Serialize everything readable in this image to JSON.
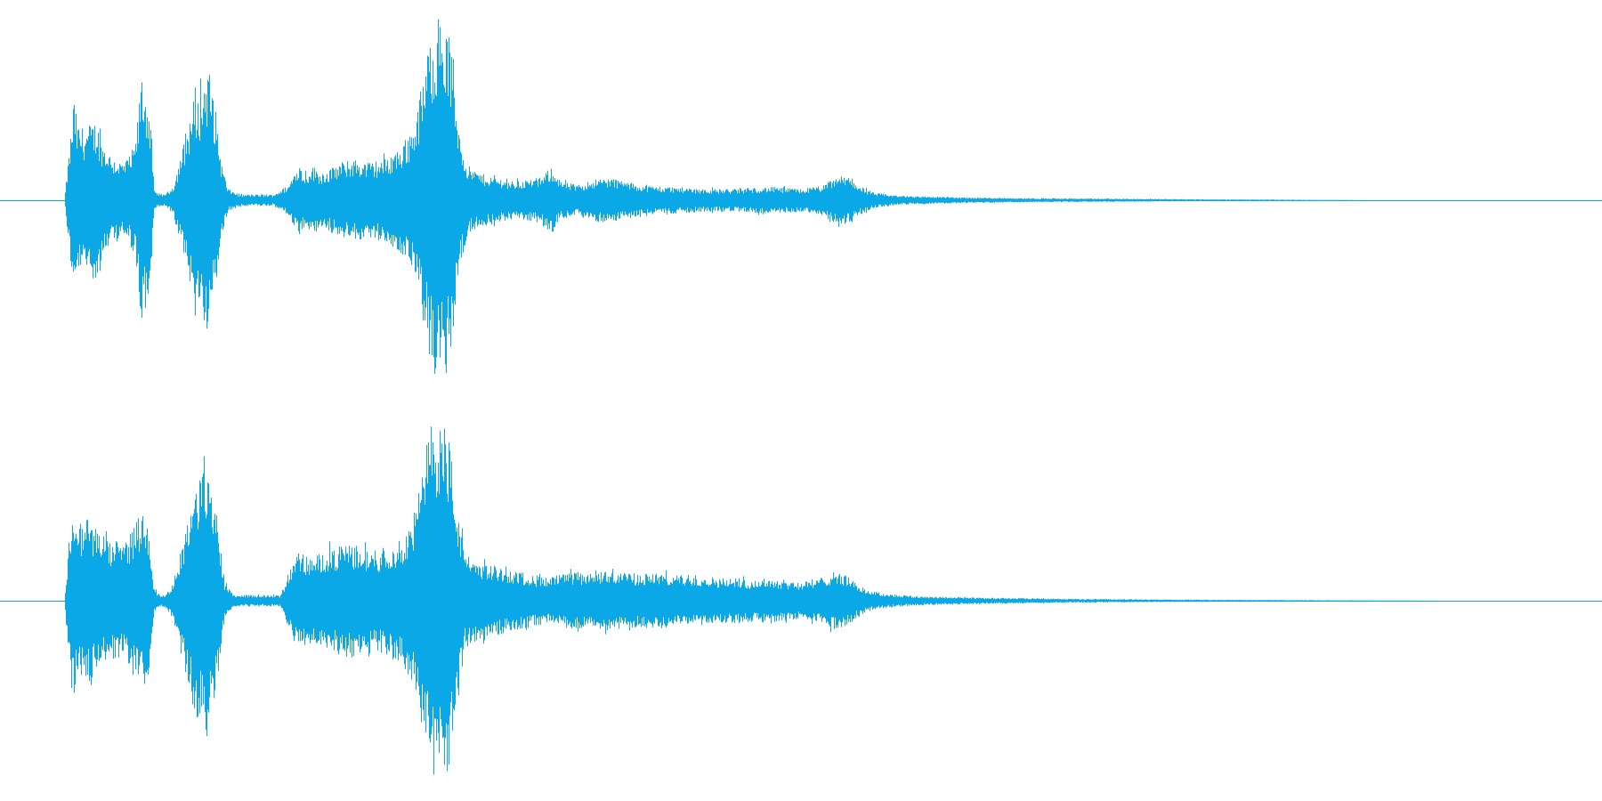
{
  "waveform": {
    "color": "#0aa8e6",
    "background": "#ffffff",
    "channels": [
      {
        "name": "left",
        "envelope": [
          [
            0.04,
            0.0
          ],
          [
            0.044,
            0.35
          ],
          [
            0.046,
            0.55
          ],
          [
            0.048,
            0.4
          ],
          [
            0.052,
            0.38
          ],
          [
            0.056,
            0.4
          ],
          [
            0.06,
            0.42
          ],
          [
            0.064,
            0.3
          ],
          [
            0.068,
            0.25
          ],
          [
            0.072,
            0.22
          ],
          [
            0.076,
            0.2
          ],
          [
            0.08,
            0.22
          ],
          [
            0.084,
            0.3
          ],
          [
            0.086,
            0.45
          ],
          [
            0.088,
            0.68
          ],
          [
            0.09,
            0.6
          ],
          [
            0.092,
            0.55
          ],
          [
            0.094,
            0.4
          ],
          [
            0.096,
            0.05
          ],
          [
            0.1,
            0.03
          ],
          [
            0.104,
            0.04
          ],
          [
            0.108,
            0.08
          ],
          [
            0.112,
            0.22
          ],
          [
            0.116,
            0.35
          ],
          [
            0.12,
            0.52
          ],
          [
            0.124,
            0.55
          ],
          [
            0.128,
            0.67
          ],
          [
            0.13,
            0.7
          ],
          [
            0.134,
            0.5
          ],
          [
            0.138,
            0.2
          ],
          [
            0.142,
            0.06
          ],
          [
            0.15,
            0.03
          ],
          [
            0.17,
            0.03
          ],
          [
            0.18,
            0.08
          ],
          [
            0.186,
            0.2
          ],
          [
            0.19,
            0.14
          ],
          [
            0.195,
            0.18
          ],
          [
            0.2,
            0.15
          ],
          [
            0.21,
            0.18
          ],
          [
            0.22,
            0.22
          ],
          [
            0.23,
            0.2
          ],
          [
            0.24,
            0.22
          ],
          [
            0.25,
            0.28
          ],
          [
            0.258,
            0.4
          ],
          [
            0.264,
            0.65
          ],
          [
            0.268,
            0.85
          ],
          [
            0.272,
            0.98
          ],
          [
            0.276,
            0.95
          ],
          [
            0.28,
            0.88
          ],
          [
            0.284,
            0.55
          ],
          [
            0.288,
            0.3
          ],
          [
            0.292,
            0.18
          ],
          [
            0.3,
            0.14
          ],
          [
            0.31,
            0.12
          ],
          [
            0.32,
            0.1
          ],
          [
            0.33,
            0.11
          ],
          [
            0.338,
            0.12
          ],
          [
            0.344,
            0.18
          ],
          [
            0.35,
            0.1
          ],
          [
            0.36,
            0.08
          ],
          [
            0.37,
            0.11
          ],
          [
            0.38,
            0.12
          ],
          [
            0.39,
            0.1
          ],
          [
            0.4,
            0.08
          ],
          [
            0.42,
            0.07
          ],
          [
            0.44,
            0.06
          ],
          [
            0.46,
            0.06
          ],
          [
            0.48,
            0.07
          ],
          [
            0.5,
            0.06
          ],
          [
            0.515,
            0.08
          ],
          [
            0.522,
            0.13
          ],
          [
            0.53,
            0.12
          ],
          [
            0.536,
            0.08
          ],
          [
            0.545,
            0.04
          ],
          [
            0.56,
            0.025
          ],
          [
            0.6,
            0.015
          ],
          [
            0.65,
            0.01
          ],
          [
            0.7,
            0.008
          ],
          [
            0.75,
            0.005
          ],
          [
            0.8,
            0.003
          ],
          [
            0.84,
            0.001
          ],
          [
            0.86,
            0.0
          ],
          [
            1.0,
            0.0
          ]
        ]
      },
      {
        "name": "right",
        "envelope": [
          [
            0.04,
            0.0
          ],
          [
            0.044,
            0.45
          ],
          [
            0.046,
            0.5
          ],
          [
            0.048,
            0.4
          ],
          [
            0.052,
            0.42
          ],
          [
            0.056,
            0.44
          ],
          [
            0.06,
            0.38
          ],
          [
            0.064,
            0.35
          ],
          [
            0.068,
            0.3
          ],
          [
            0.072,
            0.32
          ],
          [
            0.076,
            0.3
          ],
          [
            0.08,
            0.34
          ],
          [
            0.084,
            0.42
          ],
          [
            0.088,
            0.46
          ],
          [
            0.092,
            0.44
          ],
          [
            0.096,
            0.06
          ],
          [
            0.1,
            0.03
          ],
          [
            0.104,
            0.04
          ],
          [
            0.108,
            0.1
          ],
          [
            0.112,
            0.25
          ],
          [
            0.116,
            0.4
          ],
          [
            0.12,
            0.55
          ],
          [
            0.124,
            0.65
          ],
          [
            0.128,
            0.7
          ],
          [
            0.132,
            0.62
          ],
          [
            0.136,
            0.4
          ],
          [
            0.14,
            0.1
          ],
          [
            0.146,
            0.03
          ],
          [
            0.175,
            0.03
          ],
          [
            0.182,
            0.2
          ],
          [
            0.186,
            0.26
          ],
          [
            0.19,
            0.24
          ],
          [
            0.196,
            0.22
          ],
          [
            0.2,
            0.26
          ],
          [
            0.21,
            0.28
          ],
          [
            0.22,
            0.3
          ],
          [
            0.23,
            0.26
          ],
          [
            0.24,
            0.28
          ],
          [
            0.25,
            0.32
          ],
          [
            0.258,
            0.45
          ],
          [
            0.264,
            0.7
          ],
          [
            0.268,
            0.92
          ],
          [
            0.272,
            0.98
          ],
          [
            0.276,
            0.95
          ],
          [
            0.28,
            0.88
          ],
          [
            0.284,
            0.55
          ],
          [
            0.29,
            0.25
          ],
          [
            0.3,
            0.2
          ],
          [
            0.31,
            0.18
          ],
          [
            0.32,
            0.16
          ],
          [
            0.33,
            0.14
          ],
          [
            0.34,
            0.12
          ],
          [
            0.35,
            0.14
          ],
          [
            0.36,
            0.15
          ],
          [
            0.37,
            0.14
          ],
          [
            0.38,
            0.16
          ],
          [
            0.39,
            0.15
          ],
          [
            0.4,
            0.14
          ],
          [
            0.41,
            0.15
          ],
          [
            0.42,
            0.13
          ],
          [
            0.43,
            0.14
          ],
          [
            0.44,
            0.13
          ],
          [
            0.45,
            0.12
          ],
          [
            0.46,
            0.12
          ],
          [
            0.47,
            0.11
          ],
          [
            0.48,
            0.12
          ],
          [
            0.49,
            0.11
          ],
          [
            0.5,
            0.1
          ],
          [
            0.51,
            0.11
          ],
          [
            0.516,
            0.14
          ],
          [
            0.522,
            0.16
          ],
          [
            0.53,
            0.12
          ],
          [
            0.54,
            0.06
          ],
          [
            0.55,
            0.04
          ],
          [
            0.57,
            0.025
          ],
          [
            0.6,
            0.018
          ],
          [
            0.65,
            0.012
          ],
          [
            0.7,
            0.008
          ],
          [
            0.76,
            0.005
          ],
          [
            0.82,
            0.003
          ],
          [
            0.88,
            0.001
          ],
          [
            0.9,
            0.0
          ],
          [
            1.0,
            0.0
          ]
        ]
      }
    ]
  }
}
